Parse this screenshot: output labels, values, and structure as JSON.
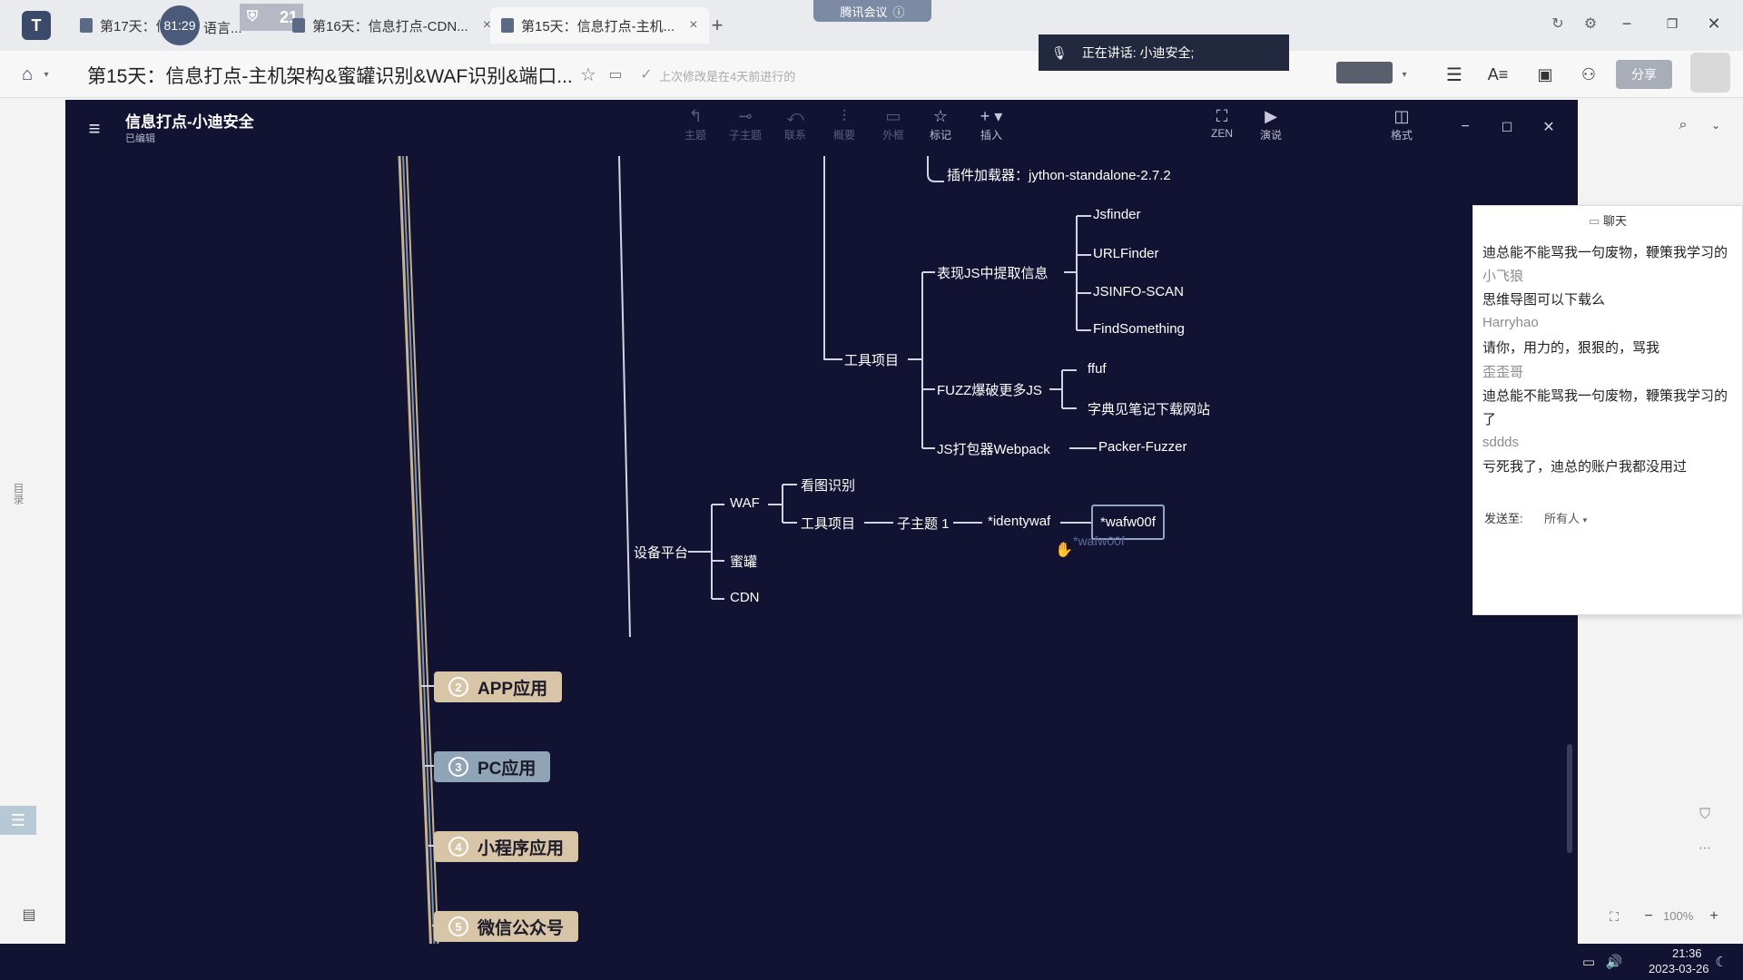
{
  "browser": {
    "tabs": [
      {
        "label": "第17天：信",
        "close": ""
      },
      {
        "label": "第16天：信息打点-CDN...",
        "close": "×"
      },
      {
        "label": "第15天：信息打点-主机...",
        "close": "×"
      }
    ],
    "tab_partial_text": "语言...",
    "new_tab": "+",
    "timer_badge": "81:29",
    "shield_badge": "21",
    "meeting_label": "腾讯会议",
    "page_title": "第15天：信息打点-主机架构&蜜罐识别&WAF识别&端口...",
    "save_status": "上次修改是在4天前进行的",
    "speaking_label": "正在讲话: 小迪安全;",
    "share_button": "分享"
  },
  "app": {
    "doc_title": "信息打点-小迪安全",
    "doc_status": "已编辑",
    "toolbar": [
      {
        "label": "主题",
        "icon": "↰",
        "dim": true
      },
      {
        "label": "子主题",
        "icon": "⊸",
        "dim": true
      },
      {
        "label": "联系",
        "icon": "⤺",
        "dim": true
      },
      {
        "label": "概要",
        "icon": "⫶",
        "dim": true
      },
      {
        "label": "外框",
        "icon": "▭",
        "dim": true
      },
      {
        "label": "标记",
        "icon": "☆",
        "dim": false
      },
      {
        "label": "插入",
        "icon": "+",
        "dim": false
      }
    ],
    "zen": "ZEN",
    "present": "演说",
    "format": "格式"
  },
  "mindmap": {
    "plugin_loader": "插件加载器：jython-standalone-2.7.2",
    "tool_project": "工具项目",
    "js_extract": "表现JS中提取信息",
    "js_tools": [
      "Jsfinder",
      "URLFinder",
      "JSINFO-SCAN",
      "FindSomething"
    ],
    "fuzz": "FUZZ爆破更多JS",
    "fuzz_tools": [
      "ffuf",
      "字典见笔记下载网站"
    ],
    "webpack": "JS打包器Webpack",
    "packer": "Packer-Fuzzer",
    "device_platform": "设备平台",
    "waf": "WAF",
    "waf_image": "看图识别",
    "waf_tools": "工具项目",
    "subtopic": "子主题 1",
    "identywaf": "*identywaf",
    "wafw00f": "*wafw00f",
    "wafw00f_ghost": "*wafw00f",
    "honeypot": "蜜罐",
    "cdn": "CDN",
    "branches": [
      {
        "num": "2",
        "label": "APP应用",
        "color": "#d8c4a6"
      },
      {
        "num": "3",
        "label": "PC应用",
        "color": "#8fa4b7"
      },
      {
        "num": "4",
        "label": "小程序应用",
        "color": "#d8c4a6"
      },
      {
        "num": "5",
        "label": "微信公众号",
        "color": "#d8c4a6"
      }
    ]
  },
  "chat": {
    "title": "聊天",
    "lines": [
      {
        "text": "迪总能不能骂我一句废物，鞭策我学习的",
        "name": false
      },
      {
        "text": "小飞狼",
        "name": true
      },
      {
        "text": "思维导图可以下载么",
        "name": false
      },
      {
        "text": "Harryhao",
        "name": true
      },
      {
        "text": "请你，用力的，狠狠的，骂我",
        "name": false
      },
      {
        "text": "歪歪哥",
        "name": true
      },
      {
        "text": "迪总能不能骂我一句废物，鞭策我学习的",
        "name": false
      },
      {
        "text": "了",
        "name": false
      },
      {
        "text": "sddds",
        "name": true
      },
      {
        "text": "亏死我了，迪总的账户我都没用过",
        "name": false
      }
    ],
    "send_to_label": "发送至:",
    "send_to_value": "所有人"
  },
  "sidebar": {
    "outline_label": "目录"
  },
  "zoom": {
    "value": "100%",
    "minus": "−",
    "plus": "+"
  },
  "taskbar": {
    "time": "21:36",
    "date": "2023-03-26"
  }
}
